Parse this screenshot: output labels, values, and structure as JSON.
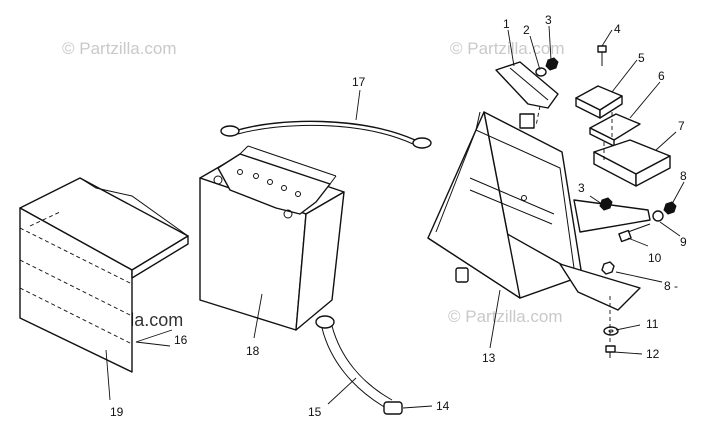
{
  "watermarks": {
    "top_left": "© Partzilla.com",
    "top_right": "© Partzilla.com",
    "middle_left": "© Partzilla.com",
    "bottom_right": "© Partzilla.com"
  },
  "callouts": {
    "c1": "1",
    "c2": "2",
    "c3a": "3",
    "c4": "4",
    "c5": "5",
    "c6": "6",
    "c7": "7",
    "c3b": "3",
    "c8a": "8",
    "c9": "9",
    "c10": "10",
    "c8b": "8 -",
    "c11": "11",
    "c12": "12",
    "c13": "13",
    "c14": "14",
    "c15": "15",
    "c16": "16",
    "c17": "17",
    "c18": "18",
    "c19": "19"
  }
}
